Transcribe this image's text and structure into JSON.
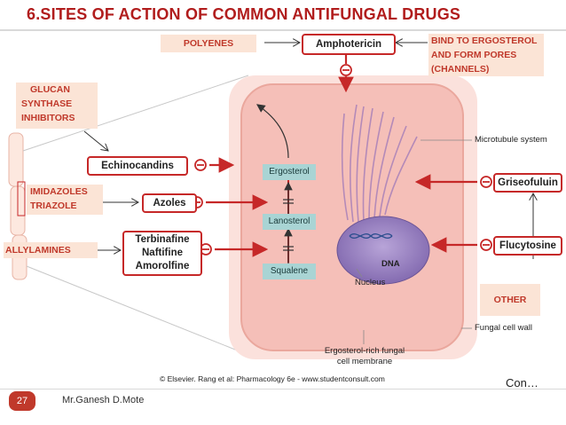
{
  "title": "6.SITES OF ACTION OF COMMON ANTIFUNGAL DRUGS",
  "annotations": {
    "polyenes": "POLYENES",
    "bind_line1": "BIND TO ERGOSTEROL",
    "bind_line2": "AND FORM PORES",
    "bind_line3": "(CHANNELS)",
    "glucan_line1": "GLUCAN",
    "glucan_line2": "SYNTHASE",
    "glucan_line3": "INHIBITORS",
    "imid_line1": "IMIDAZOLES",
    "imid_line2": "TRIAZOLE",
    "allyl": "ALLYLAMINES",
    "other": "OTHER"
  },
  "drugs": {
    "amphotericin": "Amphotericin",
    "echinocandins": "Echinocandins",
    "azoles": "Azoles",
    "terbinafine": "Terbinafine",
    "naftifine": "Naftifine",
    "amorolfine": "Amorolfine",
    "griseofulvin": "Griseofuluin",
    "flucytosine": "Flucytosine"
  },
  "pathway": {
    "ergosterol": "Ergosterol",
    "lanosterol": "Lanosterol",
    "squalene": "Squalene"
  },
  "labels": {
    "microtubule": "Microtubule system",
    "dna": "DNA",
    "nucleus": "Nucleus",
    "cell_wall": "Fungal cell wall",
    "membrane_line1": "Ergosterol-rich fungal",
    "membrane_line2": "cell membrane",
    "credit": "© Elsevier. Rang et al: Pharmacology 6e - www.studentconsult.com",
    "con": "Con…",
    "page_number": "27",
    "author": "Mr.Ganesh D.Mote"
  },
  "colors": {
    "title": "#b11d1d",
    "accent_red": "#c62828",
    "cell_fill": "#f7c9c3",
    "annotation_bg": "#fbe4d6",
    "pathway_box": "#a9d4d4",
    "nucleus": "#9d84c4"
  }
}
